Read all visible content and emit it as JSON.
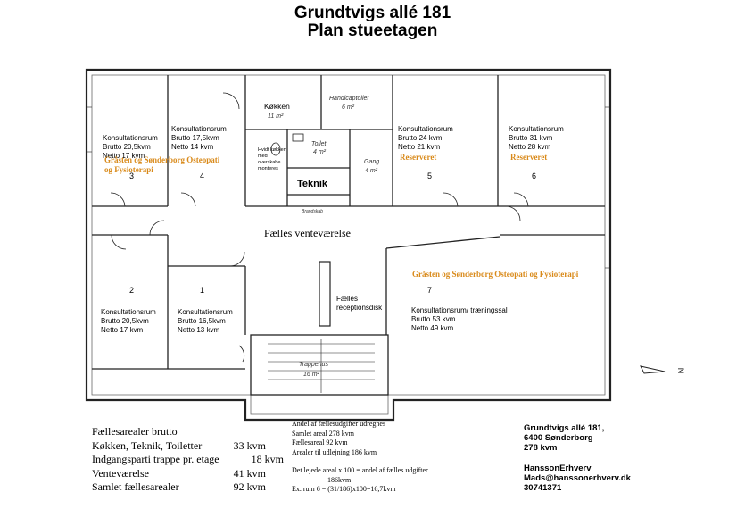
{
  "title": "Grundtvigs allé 181",
  "subtitle": "Plan stueetagen",
  "rooms": {
    "r3": {
      "name": "Konsultationsrum",
      "brutto": "Brutto 20,5kvm",
      "netto": "Netto  17 kvm",
      "tenant": "Gråsten og Sønderborg Osteopati og Fysioterapi",
      "number": "3"
    },
    "r4": {
      "name": "Konsultationsrum",
      "brutto": "Brutto 17,5kvm",
      "netto": "Netto  14 kvm",
      "number": "4"
    },
    "r5": {
      "name": "Konsultationsrum",
      "brutto": "Brutto 24 kvm",
      "netto": "Netto  21 kvm",
      "status": "Reserveret",
      "number": "5"
    },
    "r6": {
      "name": "Konsultationsrum",
      "brutto": "Brutto 31 kvm",
      "netto": "Netto  28  kvm",
      "status": "Reserveret",
      "number": "6"
    },
    "r2": {
      "name": "Konsultationsrum",
      "brutto": "Brutto 20,5kvm",
      "netto": "Netto  17 kvm",
      "number": "2"
    },
    "r1": {
      "name": "Konsultationsrum",
      "brutto": "Brutto 16,5kvm",
      "netto": "Netto  13 kvm",
      "number": "1"
    },
    "r7": {
      "name": "Konsultationsrum/ træningssal",
      "brutto": "Brutto 53 kvm",
      "netto": "Netto  49 kvm",
      "tenant": "Gråsten og Sønderborg Osteopati og Fysioterapi",
      "number": "7"
    }
  },
  "labels": {
    "kokken": "Køkken",
    "kokken_area": "11 m²",
    "handicap": "Handicaptoilet",
    "handicap_area": "6 m²",
    "toilet": "Toilet",
    "toilet_area": "4 m²",
    "gang": "Gang",
    "gang_area": "4 m²",
    "teknik": "Teknik",
    "note_kitchen": "Hvidt køkken med overskabe monteres",
    "braendskab": "Brandskab",
    "venteværelse": "Fælles venteværelse",
    "reception": "Fælles receptionsdisk",
    "trappehus": "Trappehus",
    "trappehus_area": "16 m²",
    "north": "N"
  },
  "breakdown": {
    "title": "Fællesarealer brutto",
    "rows": [
      {
        "label": "Køkken, Teknik, Toiletter",
        "value": "33 kvm"
      },
      {
        "label": "Indgangsparti trappe pr. etage",
        "value": "18 kvm"
      },
      {
        "label": "Venteværelse",
        "value": "41 kvm"
      },
      {
        "label": "Samlet fællesarealer",
        "value": "92 kvm"
      }
    ]
  },
  "calc": {
    "l1": "Andel af fællesudgifter udregnes",
    "l2": "Samlet areal 278 kvm",
    "l3": "Fællesareal     92 kvm",
    "l4": "Arealer til udlejning 186 kvm",
    "l5": "Det lejede areal  x 100  = andel af fælles udgifter",
    "l6": "186kvm",
    "l7": "Ex. rum 6 = (31/186)x100=16,7kvm"
  },
  "address": {
    "l1": "Grundtvigs allé 181,",
    "l2": "6400 Sønderborg",
    "l3": "278 kvm",
    "l4": "HanssonErhverv",
    "l5": "Mads@hanssonerhverv.dk",
    "l6": "30741371"
  }
}
